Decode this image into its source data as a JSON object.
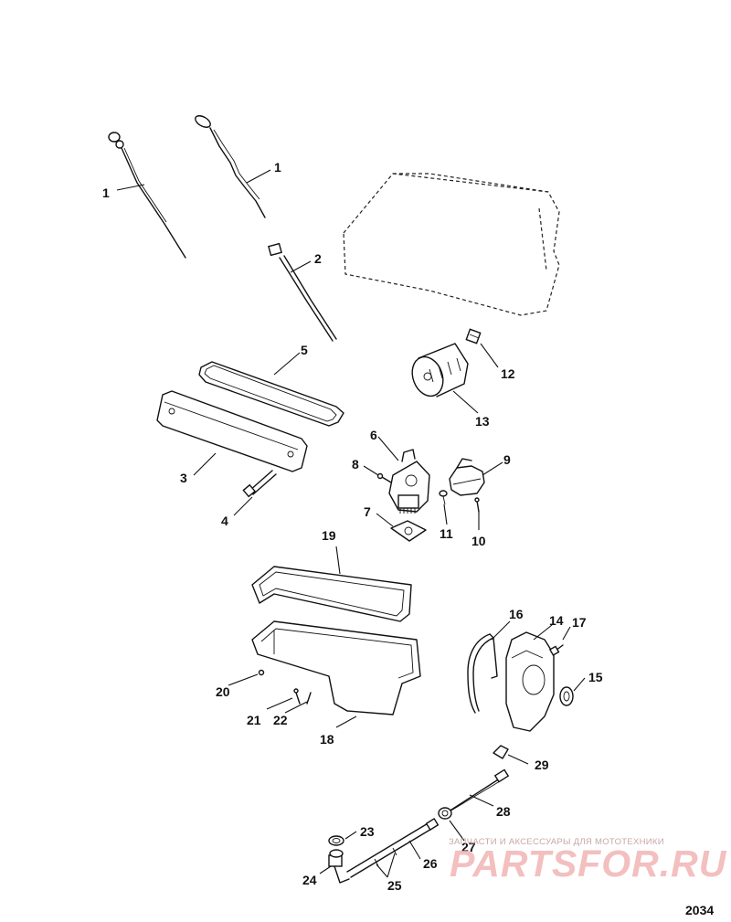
{
  "diagram": {
    "figure_number": "2034",
    "watermark": {
      "tagline": "ЗАПЧАСТИ И АКСЕССУАРЫ ДЛЯ МОТОТЕХНИКИ",
      "logo": "PARTSFOR.RU"
    },
    "callouts": [
      "1",
      "1",
      "2",
      "3",
      "4",
      "5",
      "6",
      "7",
      "8",
      "9",
      "10",
      "11",
      "12",
      "13",
      "14",
      "15",
      "16",
      "17",
      "18",
      "19",
      "20",
      "21",
      "22",
      "23",
      "24",
      "25",
      "26",
      "27",
      "28",
      "29"
    ],
    "colors": {
      "line": "#111111",
      "watermark": "#f2b5b5"
    }
  }
}
